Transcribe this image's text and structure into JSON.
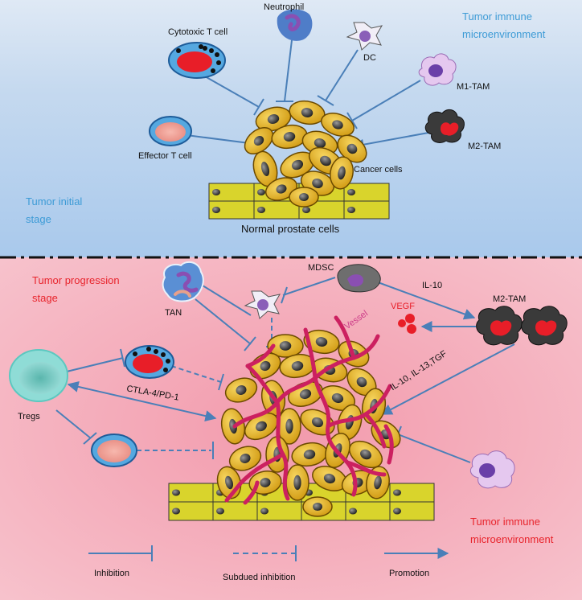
{
  "top_panel": {
    "region_title_line1": "Tumor immune",
    "region_title_line2": "microenvironment",
    "stage_line1": "Tumor initial",
    "stage_line2": "stage",
    "labels": {
      "neutrophil": "Neutrophil",
      "cytotoxic_t_cell": "Cytotoxic T cell",
      "dc": "DC",
      "m1_tam": "M1-TAM",
      "m2_tam": "M2-TAM",
      "effector_t_cell": "Effector T cell",
      "cancer_cells": "Cancer cells",
      "normal_prostate_cells": "Normal prostate cells"
    }
  },
  "bottom_panel": {
    "stage_line1": "Tumor progression",
    "stage_line2": "stage",
    "region_title_line1": "Tumor immune",
    "region_title_line2": "microenvironment",
    "labels": {
      "tan": "TAN",
      "mdsc": "MDSC",
      "il10": "IL-10",
      "m2_tam": "M2-TAM",
      "vegf": "VEGF",
      "vessel": "Vessel",
      "tregs": "Tregs",
      "ctla4_pd1": "CTLA-4/PD-1",
      "il10_il13_tgf": "IL-10, IL-13,TGF"
    }
  },
  "legend": {
    "inhibition": "Inhibition",
    "subdued_inhibition": "Subdued inhibition",
    "promotion": "Promotion"
  },
  "colors": {
    "top_bg": "#bcd6ef",
    "bottom_bg": "#f4a9b6",
    "arrow": "#4a7fb8",
    "cancer_cell": "#e8b624",
    "normal_cell": "#d8d830",
    "vessel": "#cc2060",
    "blue_text": "#3d9bd6",
    "red_text": "#e8242c"
  }
}
